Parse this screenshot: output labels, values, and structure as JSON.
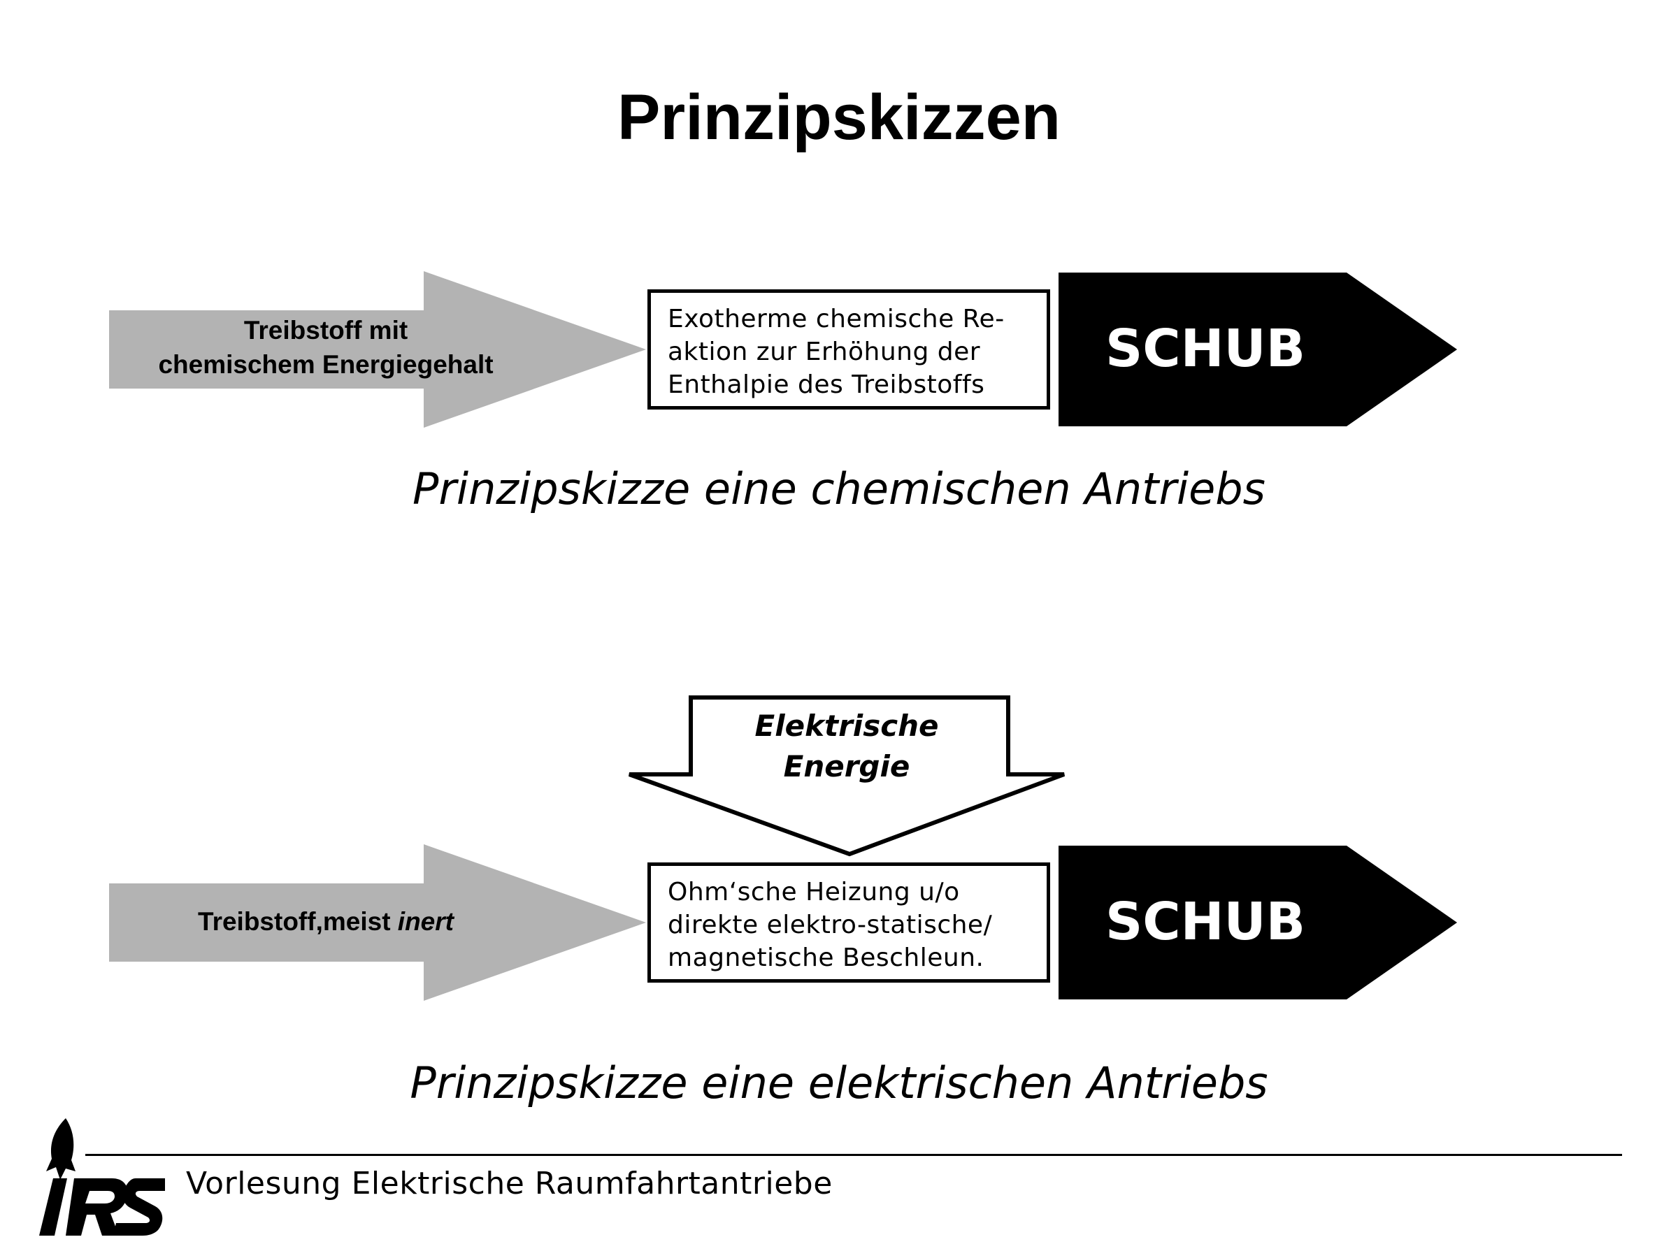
{
  "title": "Prinzipskizzen",
  "colors": {
    "input_arrow": "#b3b3b3",
    "thrust_arrow": "#000000",
    "thrust_text": "#ffffff",
    "outline": "#000000",
    "background": "#ffffff"
  },
  "chemical": {
    "input_label_line1": "Treibstoff  mit",
    "input_label_line2": "chemischem Energiegehalt",
    "process_lines": [
      "Exotherme chemische Re-",
      "aktion zur Erhöhung der",
      "Enthalpie des Treibstoffs"
    ],
    "thrust_label": "SCHUB",
    "caption": "Prinzipskizze eine chemischen Antriebs"
  },
  "electric": {
    "energy_label_line1": "Elektrische",
    "energy_label_line2": "Energie",
    "input_label_main": "Treibstoff,meist ",
    "input_label_emph": "inert",
    "process_lines": [
      "Ohm‘sche Heizung u/o",
      "direkte elektro-statische/",
      "magnetische Beschleun."
    ],
    "thrust_label": "SCHUB",
    "caption": "Prinzipskizze eine elektrischen Antriebs"
  },
  "footer": {
    "logo_text": "IRS",
    "logo_icon": "rocket-icon",
    "course_title": "Vorlesung Elektrische Raumfahrtantriebe"
  }
}
